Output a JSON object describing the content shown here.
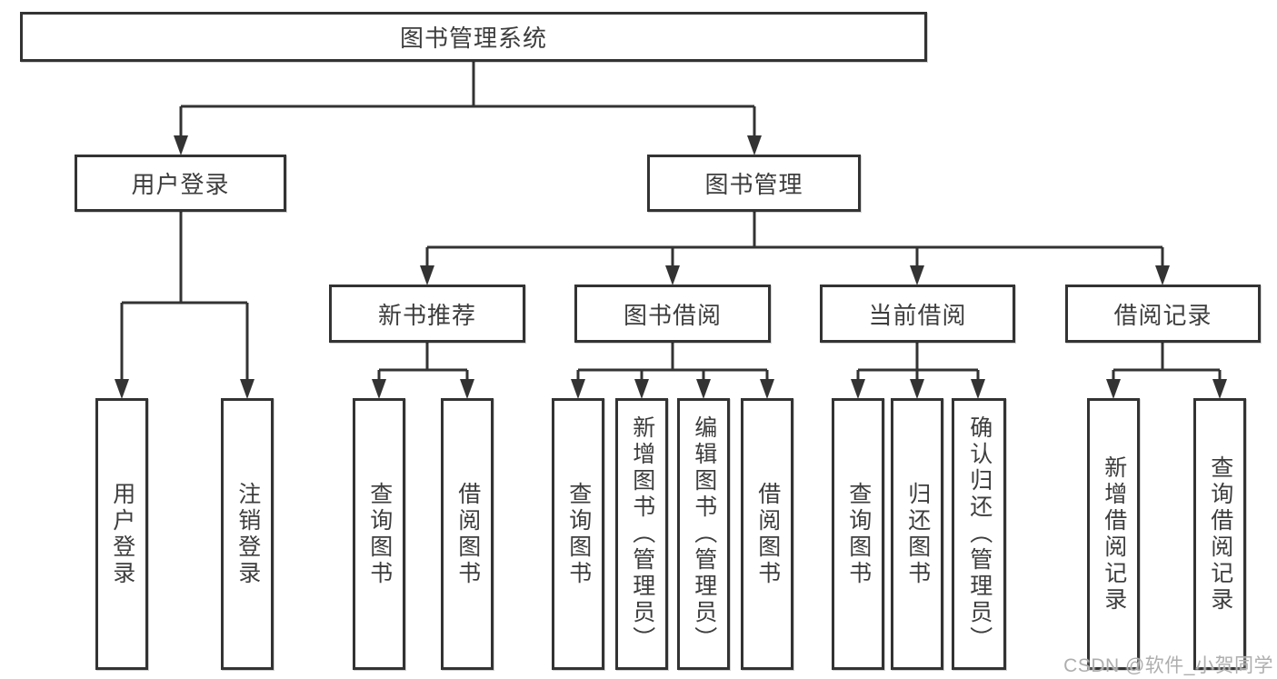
{
  "tree": {
    "root": {
      "label": "图书管理系统"
    },
    "user_login": {
      "label": "用户登录",
      "children": [
        {
          "label": "用户登录"
        },
        {
          "label": "注销登录"
        }
      ]
    },
    "book_mgmt": {
      "label": "图书管理",
      "sections": [
        {
          "label": "新书推荐",
          "children": [
            {
              "label": "查询图书"
            },
            {
              "label": "借阅图书"
            }
          ]
        },
        {
          "label": "图书借阅",
          "children": [
            {
              "label": "查询图书"
            },
            {
              "label": "新增图书（管理员）"
            },
            {
              "label": "编辑图书（管理员）"
            },
            {
              "label": "借阅图书"
            }
          ]
        },
        {
          "label": "当前借阅",
          "children": [
            {
              "label": "查询图书"
            },
            {
              "label": "归还图书"
            },
            {
              "label": "确认归还（管理员）"
            }
          ]
        },
        {
          "label": "借阅记录",
          "children": [
            {
              "label": "新增借阅记录"
            },
            {
              "label": "查询借阅记录"
            }
          ]
        }
      ]
    }
  },
  "watermark": {
    "text": "CSDN @软件_小贺同学"
  },
  "colors": {
    "line": "#333333",
    "text": "#3d3d3d",
    "watermark": "#aeaeae",
    "background": "#ffffff"
  }
}
